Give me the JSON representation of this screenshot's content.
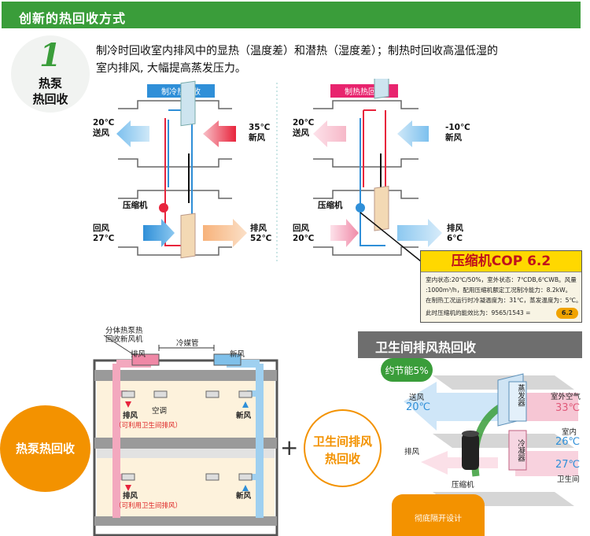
{
  "header": {
    "title": "创新的热回收方式"
  },
  "badge": {
    "number": "1",
    "line1": "热泵",
    "line2": "热回收"
  },
  "intro": {
    "line1": "制冷时回收室内排风中的显热（温度差）和潜热（湿度差）；制热时回收高温低湿的",
    "line2": "室内排风, 大幅提高蒸发压力。"
  },
  "cooling": {
    "title": "制冷热回收",
    "supply_temp": "20℃",
    "supply_label": "送风",
    "fresh_temp": "35℃",
    "fresh_label": "新风",
    "return_label": "回风",
    "return_temp": "27℃",
    "exhaust_label": "排风",
    "exhaust_temp": "52℃",
    "compressor": "压缩机"
  },
  "heating": {
    "title": "制热热回收",
    "supply_temp": "20℃",
    "supply_label": "送风",
    "fresh_temp": "-10℃",
    "fresh_label": "新风",
    "return_label": "回风",
    "return_temp": "20℃",
    "exhaust_label": "排风",
    "exhaust_temp": "6℃",
    "compressor": "压缩机"
  },
  "cop": {
    "title": "压缩机COP 6.2",
    "line1": "室内状态:20℃/50%，室外状态：7℃DB,6℃WB。风量",
    "line2": ":1000m³/h，配用压缩机额定工况制冷能力：8.2kW。",
    "line3": "在制热工况运行时冷凝温度为：31℃，蒸发温度为：5℃。",
    "line4": "此时压缩机的能效比为：9565/1543 =",
    "value": "6.2"
  },
  "building": {
    "unit_label_1": "分体热泵热",
    "unit_label_2": "回收新风机",
    "pipe_label": "冷媒管",
    "exhaust": "排风",
    "fresh": "新风",
    "aircon": "空调",
    "exhaust_note": "（可利用卫生间排风）"
  },
  "circle_left": "热泵热回收",
  "plus": "+",
  "circle_right": {
    "line1": "卫生间排风",
    "line2": "热回收"
  },
  "bathroom": {
    "title": "卫生间排风热回收",
    "saving": "约节能5%",
    "supply_label": "送风",
    "supply_temp": "20℃",
    "outdoor_label": "室外空气",
    "outdoor_temp": "33℃",
    "evaporator": "蒸发器",
    "indoor_label": "室内",
    "indoor_temp": "26℃",
    "exhaust_label": "排风",
    "condenser": "冷凝器",
    "bath_temp": "27℃",
    "bath_label": "卫生间",
    "compressor": "压缩机",
    "isolation": "彻底隔开设计"
  },
  "colors": {
    "green": "#3a9d3a",
    "orange": "#f39200",
    "blue": "#2f8fd8",
    "red": "#e8243c",
    "pink": "#e05a7a"
  }
}
